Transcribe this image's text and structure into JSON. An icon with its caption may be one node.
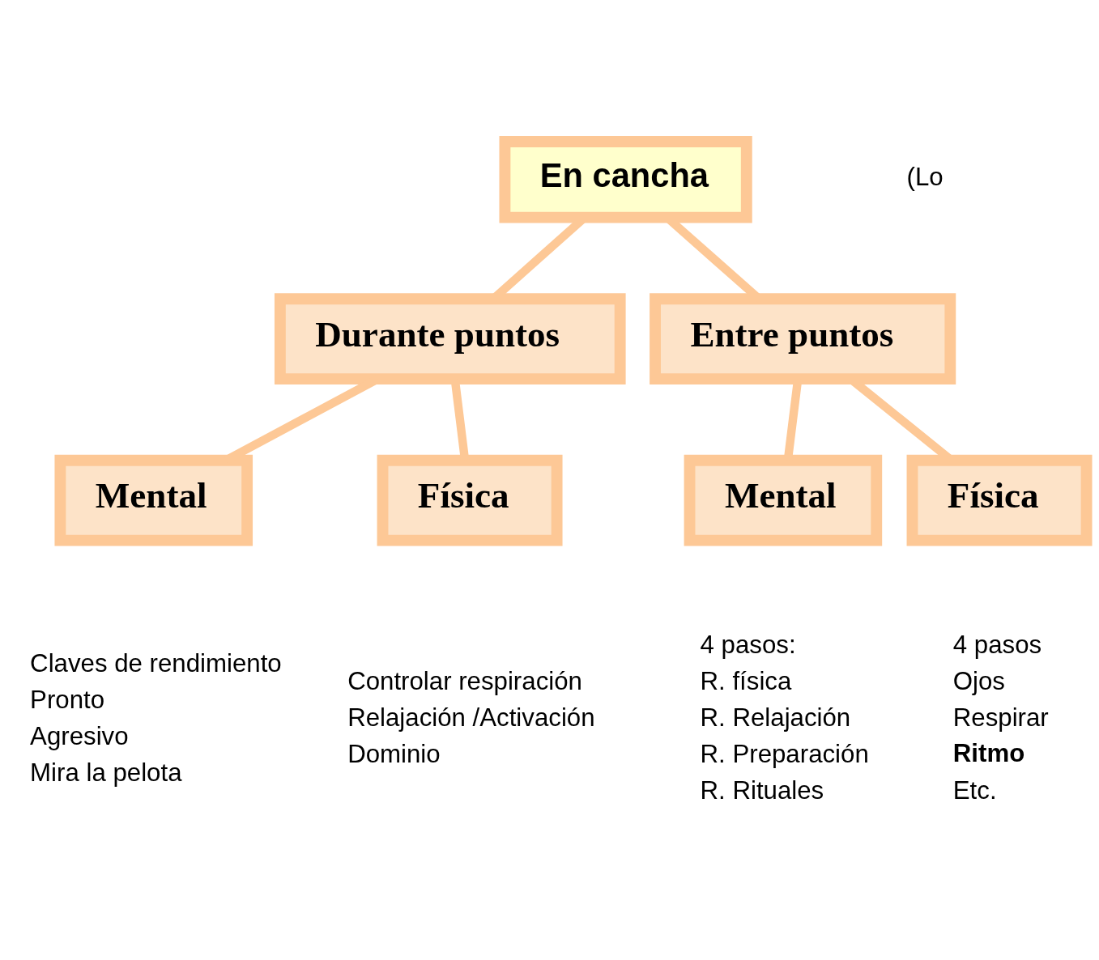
{
  "diagram": {
    "nodes": [
      {
        "text": [
          "En cancha"
        ]
      },
      {
        "text": [
          "Durante puntos"
        ]
      },
      {
        "text": [
          "Entre puntos"
        ]
      },
      {
        "text": [
          "Mental"
        ],
        "beside": [
          "Claves de rendimiento",
          "Pronto",
          "Agresivo",
          "Mira la pelota"
        ]
      },
      {
        "text": [
          "Física"
        ],
        "beside": [
          "Controlar respiración",
          "Relajación /Activación",
          "Dominio"
        ]
      },
      {
        "text": [
          "Mental"
        ],
        "beside": [
          "4 pasos:",
          "R. física",
          "R. Relajación",
          "R. Preparación",
          "R. Rituales"
        ]
      },
      {
        "text": [
          "Física"
        ],
        "beside": [
          "4 pasos",
          "Ojos",
          "Respirar",
          "**Ritmo**",
          "Etc."
        ]
      }
    ],
    "edges": [
      {
        "from": 0,
        "to": 1,
        "arrow": "none"
      },
      {
        "from": 0,
        "to": 2,
        "arrow": "none"
      },
      {
        "from": 1,
        "to": 3,
        "arrow": "none"
      },
      {
        "from": 1,
        "to": 4,
        "arrow": "none"
      },
      {
        "from": 2,
        "to": 5,
        "arrow": "none"
      },
      {
        "from": 2,
        "to": 6,
        "arrow": "none"
      }
    ],
    "labels": [
      "(Lo"
    ]
  }
}
